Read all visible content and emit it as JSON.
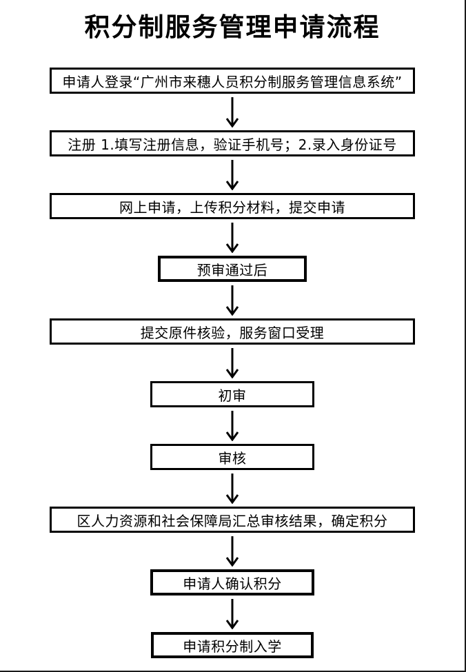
{
  "title": "积分制服务管理申请流程",
  "flow": {
    "steps": [
      {
        "label": "申请人登录“广州市来穗人员积分制服务管理信息系统”"
      },
      {
        "label": "注册 1.填写注册信息，验证手机号；2.录入身份证号"
      },
      {
        "label": "网上申请，上传积分材料，提交申请"
      },
      {
        "label": "预审通过后"
      },
      {
        "label": "提交原件核验，服务窗口受理"
      },
      {
        "label": "初审"
      },
      {
        "label": "审核"
      },
      {
        "label": "区人力资源和社会保障局汇总审核结果，确定积分"
      },
      {
        "label": "申请人确认积分"
      },
      {
        "label": "申请积分制入学"
      }
    ],
    "connector": "down-arrow"
  },
  "colors": {
    "background": "#ffffff",
    "box_border": "#000000",
    "text": "#000000",
    "page_edge": "#1a1a1a"
  }
}
